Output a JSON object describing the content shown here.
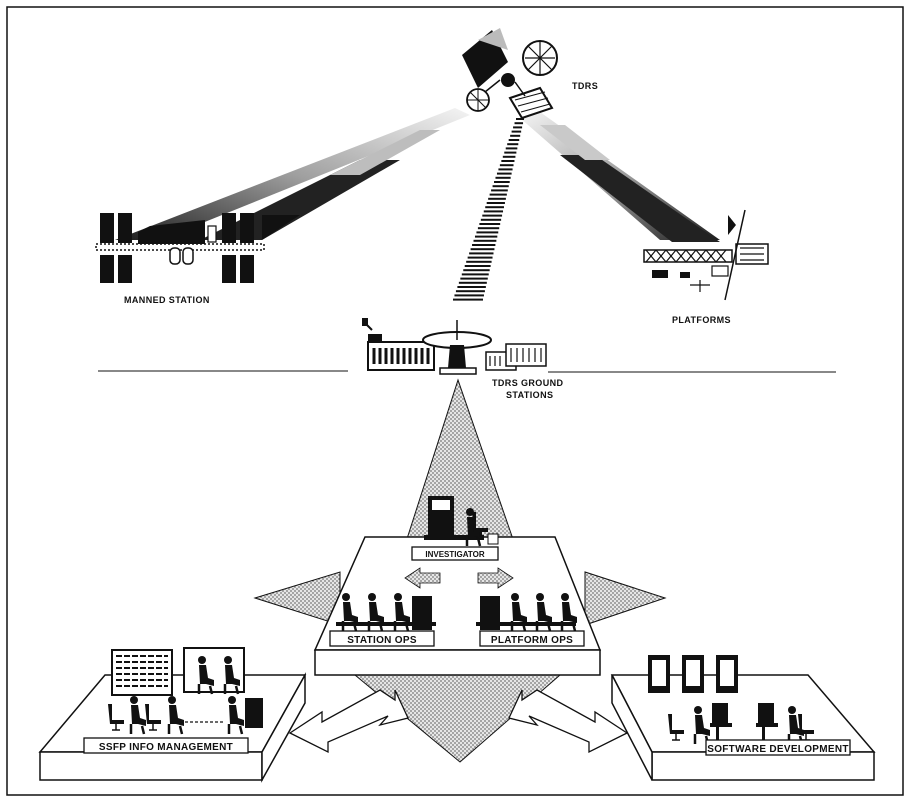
{
  "labels": {
    "tdrs": "TDRS",
    "manned_station": "MANNED STATION",
    "platforms": "PLATFORMS",
    "ground_stations_line1": "TDRS GROUND",
    "ground_stations_line2": "STATIONS",
    "investigator": "INVESTIGATOR",
    "station_ops": "STATION OPS",
    "platform_ops": "PLATFORM OPS",
    "ssfp_info_management": "SSFP INFO MANAGEMENT",
    "software_development": "SOFTWARE DEVELOPMENT"
  },
  "colors": {
    "ink": "#111111",
    "stipple": "#9a9a9a",
    "light_stipple": "#cfcfcf",
    "paper": "#ffffff"
  }
}
